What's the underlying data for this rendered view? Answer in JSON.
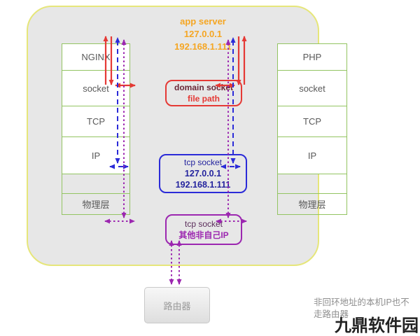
{
  "app_server": {
    "title": "app server",
    "ip_loopback": "127.0.0.1",
    "ip_lan": "192.168.1.111"
  },
  "left_stack": {
    "rows": [
      "NGINX",
      "socket",
      "TCP",
      "IP",
      "物理层"
    ]
  },
  "right_stack": {
    "rows": [
      "PHP",
      "socket",
      "TCP",
      "IP",
      "物理层"
    ]
  },
  "domain_socket_box": {
    "title": "domain socket",
    "value": "file path"
  },
  "tcp_socket_box": {
    "title": "tcp socket",
    "ip_loopback": "127.0.0.1",
    "ip_lan": "192.168.1.111"
  },
  "external_socket_box": {
    "title": "tcp socket",
    "value": "其他非自己IP"
  },
  "router": {
    "label": "路由器"
  },
  "note": {
    "line1": "非回环地址的本机IP也不",
    "line2": "走路由器"
  },
  "watermark": "九鼎软件园",
  "colors": {
    "domain_socket_arrows": "#e53935",
    "tcp_socket_arrows": "#2b2bd8",
    "external_socket_arrows": "#9c27b0",
    "app_server_text": "#f5a623",
    "stack_border": "#93c462",
    "server_border": "#e6e67a"
  }
}
